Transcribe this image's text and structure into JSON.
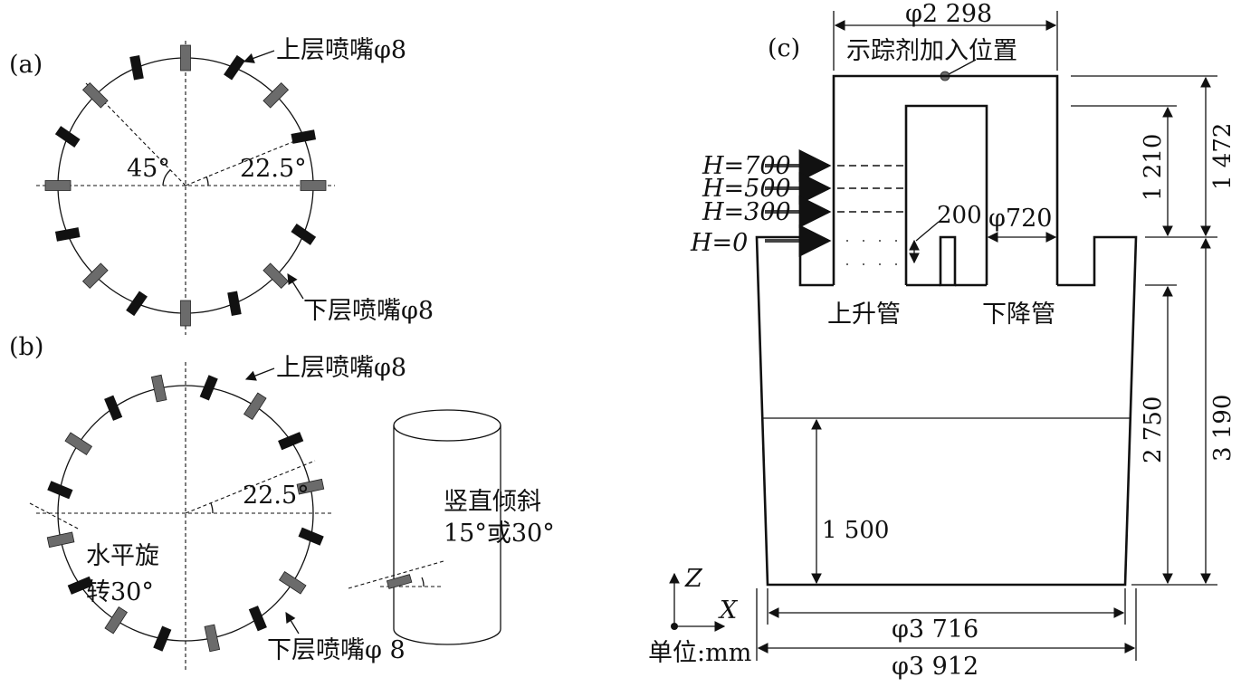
{
  "panels": {
    "a": {
      "tag": "(a)",
      "upper_nozzle": "上层喷嘴φ8",
      "lower_nozzle": "下层喷嘴φ8",
      "angle_45": "45°",
      "angle_22_5": "22.5°"
    },
    "b": {
      "tag": "(b)",
      "upper_nozzle": "上层喷嘴φ8",
      "lower_nozzle": "下层喷嘴φ 8",
      "angle_22_5": "22.5°",
      "horizontal_rot_line1": "水平旋",
      "horizontal_rot_line2": "转30°",
      "vertical_tilt_line1": "竖直倾斜",
      "vertical_tilt_line2": "15°或30°"
    },
    "c": {
      "tag": "(c)",
      "dim_top": "φ2 298",
      "tracer": "示踪剂加入位置",
      "h700": "H=700",
      "h500": "H=500",
      "h300": "H=300",
      "h0": "H=0",
      "dim_200": "200",
      "dim_720": "φ720",
      "riser": "上升管",
      "downcomer": "下降管",
      "dim_1210": "1 210",
      "dim_1472": "1 472",
      "dim_2750": "2 750",
      "dim_3190": "3 190",
      "dim_1500": "1 500",
      "axis_z": "Z",
      "axis_x": "X",
      "unit": "单位:mm",
      "dim_3716": "φ3 716",
      "dim_3912": "φ3 912"
    }
  }
}
